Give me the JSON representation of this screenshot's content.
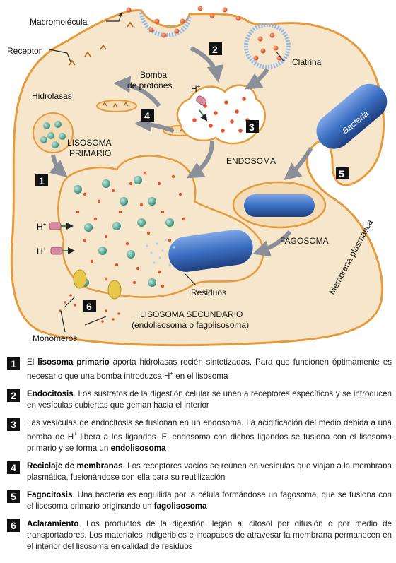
{
  "diagram": {
    "labels": {
      "macromolecula": "Macromolécula",
      "receptor": "Receptor",
      "clatrina": "Clatrina",
      "hidrolasas": "Hidrolasas",
      "bomba_line1": "Bomba",
      "bomba_line2": "de protones",
      "h_plus": "H",
      "lisosoma_primario_1": "LISOSOMA",
      "lisosoma_primario_2": "PRIMARIO",
      "endosoma": "ENDOSOMA",
      "bacteria": "Bacteria",
      "fagosoma": "FAGOSOMA",
      "membrana_plasmatica": "Membrana plasmática",
      "residuos": "Residuos",
      "lisosoma_secundario": "LISOSOMA SECUNDARIO",
      "lisosoma_secundario_sub": "(endolisosoma o fagolisosoma)",
      "monomeros": "Monómeros"
    },
    "step_numbers": [
      "1",
      "2",
      "3",
      "4",
      "5",
      "6"
    ],
    "colors": {
      "cell_fill": "#f6e7cc",
      "cell_stroke": "#e59a3c",
      "vesicle_fill": "#f3dcb6",
      "hydrolase": "#3c9e8c",
      "particle": "#e2552a",
      "bacteria": "#3b6fc2",
      "arrow": "#8a8f99",
      "clathrin": "#8fb8e8",
      "pump": "#d98aa0",
      "transporter": "#e8c84a"
    }
  },
  "legend": [
    {
      "num": "1",
      "segments": [
        {
          "text": "El ",
          "bold": false
        },
        {
          "text": "lisosoma primario",
          "bold": true
        },
        {
          "text": " aporta hidrolasas recién sintetizadas. Para que funcionen óptimamente es necesario que una bomba introduzca H",
          "bold": false
        },
        {
          "text": "+",
          "bold": false,
          "sup": true
        },
        {
          "text": " en el lisosoma",
          "bold": false
        }
      ]
    },
    {
      "num": "2",
      "segments": [
        {
          "text": "Endocitosis",
          "bold": true
        },
        {
          "text": ". Los sustratos de la digestión celular se unen a receptores específicos y se introducen en vesículas cubiertas que geman hacia el interior",
          "bold": false
        }
      ]
    },
    {
      "num": "3",
      "segments": [
        {
          "text": "Las vesículas de endocitosis se fusionan en un endosoma. La acidificación del medio debida a una bomba de H",
          "bold": false
        },
        {
          "text": "+",
          "bold": false,
          "sup": true
        },
        {
          "text": " libera a los ligandos. El endosoma con dichos ligandos se fusiona con el lisosoma primario y se forma un ",
          "bold": false
        },
        {
          "text": "endolisosoma",
          "bold": true
        }
      ]
    },
    {
      "num": "4",
      "segments": [
        {
          "text": "Reciclaje de membranas",
          "bold": true
        },
        {
          "text": ". Los receptores vacíos se reúnen en vesículas que viajan a la membrana plasmática, fusionándose con ella para su reutilización",
          "bold": false
        }
      ]
    },
    {
      "num": "5",
      "segments": [
        {
          "text": "Fagocitosis",
          "bold": true
        },
        {
          "text": ". Una bacteria es engullida por la célula formándose un fagosoma, que se fusiona con el lisosoma primario originando un ",
          "bold": false
        },
        {
          "text": "fagolisosoma",
          "bold": true
        }
      ]
    },
    {
      "num": "6",
      "segments": [
        {
          "text": "Aclaramiento",
          "bold": true
        },
        {
          "text": ". Los productos de la digestión llegan al citosol por difusión o por medio de transportadores. Los materiales indigeribles e incapaces de atravesar la membrana permanecen en el interior del lisosoma en calidad de residuos",
          "bold": false
        }
      ]
    }
  ]
}
